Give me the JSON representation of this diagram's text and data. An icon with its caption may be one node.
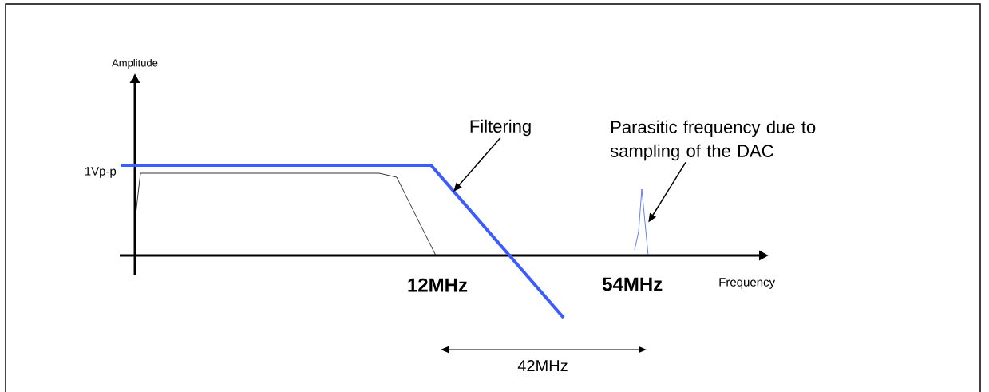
{
  "diagram": {
    "nodes": [
      {
        "text": [
          "Filtering"
        ]
      },
      {
        "text": [
          "Parasitic frequency due to sampling of the DAC"
        ]
      },
      {
        "text": [],
        "shape": "spike"
      }
    ],
    "edges": [
      {
        "from": 0,
        "to": null,
        "arrow": "to"
      },
      {
        "from": 1,
        "to": 2,
        "arrow": "to"
      }
    ],
    "labels": [
      "Amplitude",
      "1Vp-p",
      "12MHz",
      "54MHz",
      "Frequency",
      "42MHz"
    ]
  }
}
